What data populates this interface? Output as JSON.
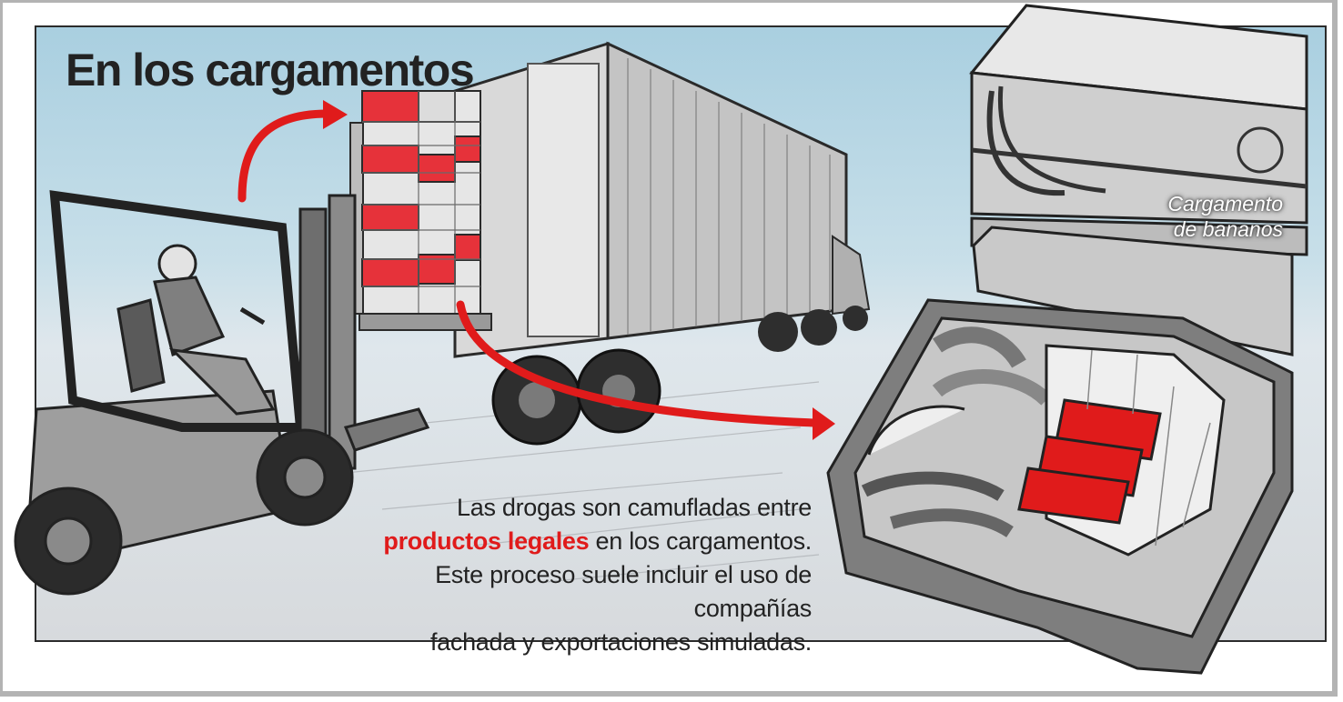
{
  "title": "En los cargamentos",
  "caption": {
    "line1": "Las drogas son camufladas entre",
    "highlight": "productos legales",
    "line2_rest": " en los cargamentos.",
    "line3": "Este proceso suele incluir el uso de compañías",
    "line4": "fachada y exportaciones simuladas."
  },
  "box_label": {
    "line1": "Cargamento",
    "line2": "de bananos"
  },
  "colors": {
    "highlight": "#e01b1b",
    "sky": "#a9cfe0",
    "ground": "#d7dadd"
  }
}
